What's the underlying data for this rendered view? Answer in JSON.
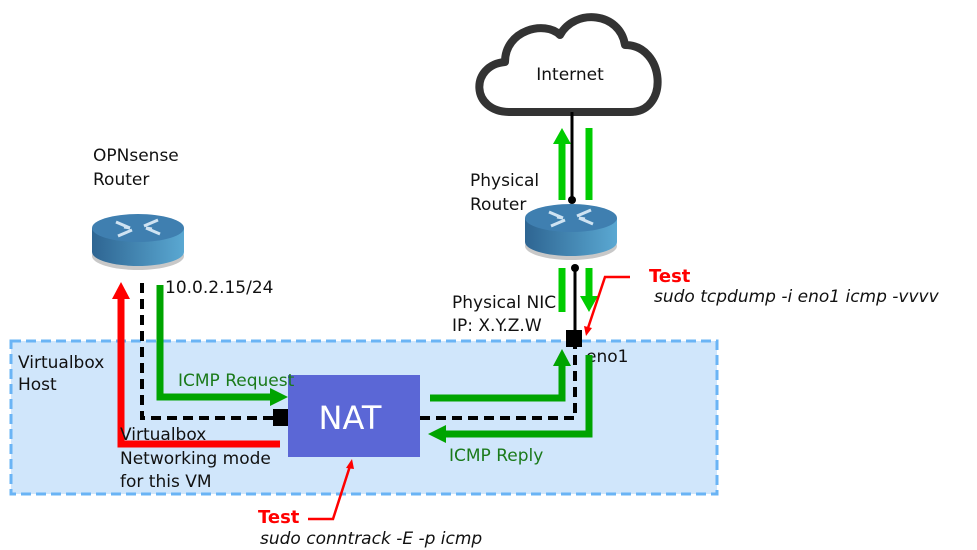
{
  "nodes": {
    "internet": "Internet",
    "opnsense": [
      "OPNsense",
      "Router"
    ],
    "opnsense_ip": "10.0.2.15/24",
    "physical_router": [
      "Physical",
      "Router"
    ],
    "physical_nic": [
      "Physical NIC",
      "IP: X.Y.Z.W"
    ],
    "nic_name": "eno1",
    "host": [
      "Virtualbox",
      "Host"
    ],
    "nat": "NAT",
    "nat_caption": [
      "Virtualbox",
      "Networking mode",
      "for this VM"
    ]
  },
  "flows": {
    "request": "ICMP Request",
    "reply": "ICMP Reply"
  },
  "tests": [
    {
      "label": "Test",
      "command": "sudo tcpdump -i eno1 icmp -vvvv"
    },
    {
      "label": "Test",
      "command": "sudo conntrack -E -p icmp"
    }
  ],
  "colors": {
    "host_fill": "#d0e6fb",
    "host_border": "#6ab4f5",
    "nat_fill": "#5b67d6",
    "flow_inner": "#00a400",
    "flow_outer": "#00cc00",
    "opnsense_return": "#ff0000",
    "test": "#ff0000"
  }
}
